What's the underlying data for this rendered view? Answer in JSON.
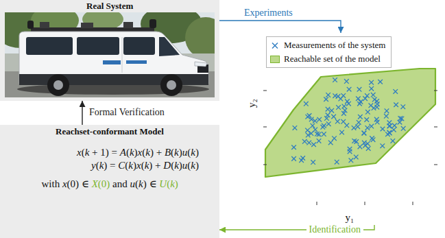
{
  "diagram": {
    "nodes": [
      {
        "text": [
          "Real System"
        ]
      },
      {
        "text": [
          "y₁",
          "y₂"
        ]
      },
      {
        "text": [
          "Reachset-conformant Model",
          "x(k + 1) = A(k)x(k) + B(k)u(k)",
          "y(k) = C(k)x(k) + D(k)u(k)",
          "with x(0) ∈ X(0) and u(k) ∈ U(k)"
        ]
      }
    ],
    "edges": [
      {
        "from": 0,
        "to": 1,
        "arrow": "to",
        "label": "Experiments"
      },
      {
        "from": 1,
        "to": 2,
        "arrow": "to",
        "label": "Identification"
      },
      {
        "from": 2,
        "to": 0,
        "arrow": "to",
        "label": "Formal Verification"
      }
    ],
    "legend": [
      {
        "text": "Measurements of the system"
      },
      {
        "text": "Reachable set of the model",
        "color": "#bcd98a"
      }
    ]
  }
}
